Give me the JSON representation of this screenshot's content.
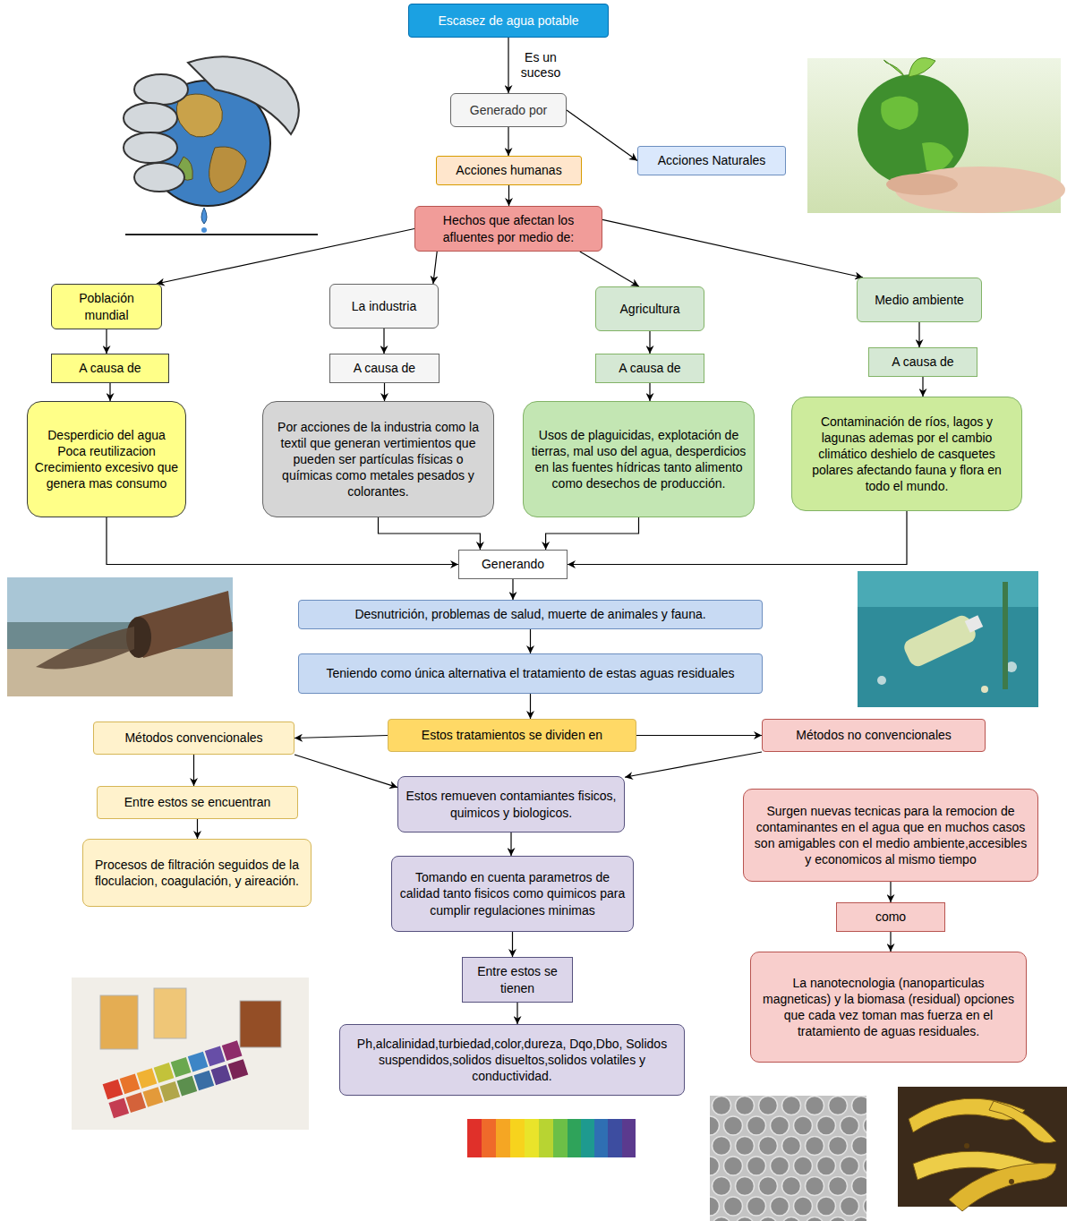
{
  "diagram": {
    "nodes": [
      {
        "text": [
          "Escasez de agua potable"
        ]
      },
      {
        "text": [
          "Generado por"
        ]
      },
      {
        "text": [
          "Acciones humanas"
        ]
      },
      {
        "text": [
          "Acciones Naturales"
        ]
      },
      {
        "text": [
          "Hechos que afectan los afluentes por medio de:"
        ]
      },
      {
        "text": [
          "Población mundial"
        ]
      },
      {
        "text": [
          "La industria"
        ]
      },
      {
        "text": [
          "Agricultura"
        ]
      },
      {
        "text": [
          "Medio ambiente"
        ]
      },
      {
        "text": [
          "A causa de"
        ]
      },
      {
        "text": [
          "A causa de"
        ]
      },
      {
        "text": [
          "A causa de"
        ]
      },
      {
        "text": [
          "A causa de"
        ]
      },
      {
        "text": [
          "Desperdicio del agua Poca reutilizacion Crecimiento excesivo que genera mas consumo"
        ]
      },
      {
        "text": [
          "Por acciones de la industria como la textil que generan vertimientos que pueden ser partículas físicas o químicas como metales pesados y colorantes."
        ]
      },
      {
        "text": [
          "Usos de plaguicidas, explotación de tierras, mal uso del agua, desperdicios en las fuentes hídricas tanto alimento como desechos de producción."
        ]
      },
      {
        "text": [
          "Contaminación de ríos, lagos y lagunas ademas por el cambio climático deshielo de casquetes polares afectando fauna y flora en todo el mundo."
        ]
      },
      {
        "text": [
          "Generando"
        ]
      },
      {
        "text": [
          "Desnutrición, problemas de salud, muerte de animales y fauna."
        ]
      },
      {
        "text": [
          "Teniendo como única alternativa el tratamiento de estas aguas residuales"
        ]
      },
      {
        "text": [
          "Estos tratamientos se dividen en"
        ]
      },
      {
        "text": [
          "Métodos convencionales"
        ]
      },
      {
        "text": [
          "Métodos no convencionales"
        ]
      },
      {
        "text": [
          "Entre estos se encuentran"
        ]
      },
      {
        "text": [
          "Procesos de filtración seguidos de la floculacion, coagulación, y aireación."
        ]
      },
      {
        "text": [
          "Estos remueven contamiantes fisicos, quimicos y biologicos."
        ]
      },
      {
        "text": [
          "Tomando en cuenta parametros de calidad tanto fisicos como quimicos para cumplir regulaciones minimas"
        ]
      },
      {
        "text": [
          "Entre estos se tienen"
        ]
      },
      {
        "text": [
          "Ph,alcalinidad,turbiedad,color,dureza, Dqo,Dbo, Solidos suspendidos,solidos disueltos,solidos volatiles y conductividad."
        ]
      },
      {
        "text": [
          "Surgen nuevas tecnicas para la remocion de contaminantes en el agua que en muchos casos son amigables con el medio ambiente,accesibles y economicos al mismo tiempo"
        ]
      },
      {
        "text": [
          "como"
        ]
      },
      {
        "text": [
          "La nanotecnologia (nanoparticulas magneticas) y la biomasa (residual) opciones que cada vez toman mas fuerza en el tratamiento de aguas residuales."
        ]
      }
    ],
    "edges": [
      {
        "from": 0,
        "to": 1,
        "label": "Es un suceso",
        "arrow": "to"
      },
      {
        "from": 1,
        "to": 2,
        "arrow": "to"
      },
      {
        "from": 1,
        "to": 3,
        "arrow": "to"
      },
      {
        "from": 2,
        "to": 4,
        "arrow": "to"
      },
      {
        "from": 4,
        "to": 5,
        "arrow": "to"
      },
      {
        "from": 4,
        "to": 6,
        "arrow": "to"
      },
      {
        "from": 4,
        "to": 7,
        "arrow": "to"
      },
      {
        "from": 4,
        "to": 8,
        "arrow": "to"
      },
      {
        "from": 5,
        "to": 9,
        "arrow": "to"
      },
      {
        "from": 6,
        "to": 10,
        "arrow": "to"
      },
      {
        "from": 7,
        "to": 11,
        "arrow": "to"
      },
      {
        "from": 8,
        "to": 12,
        "arrow": "to"
      },
      {
        "from": 9,
        "to": 13,
        "arrow": "to"
      },
      {
        "from": 10,
        "to": 14,
        "arrow": "to"
      },
      {
        "from": 11,
        "to": 15,
        "arrow": "to"
      },
      {
        "from": 12,
        "to": 16,
        "arrow": "to"
      },
      {
        "from": 13,
        "to": 17,
        "arrow": "to"
      },
      {
        "from": 14,
        "to": 17,
        "arrow": "to"
      },
      {
        "from": 15,
        "to": 17,
        "arrow": "to"
      },
      {
        "from": 16,
        "to": 17,
        "arrow": "to"
      },
      {
        "from": 17,
        "to": 18,
        "arrow": "to"
      },
      {
        "from": 18,
        "to": 19,
        "arrow": "to"
      },
      {
        "from": 19,
        "to": 20,
        "arrow": "to"
      },
      {
        "from": 20,
        "to": 21,
        "arrow": "to"
      },
      {
        "from": 20,
        "to": 22,
        "arrow": "to"
      },
      {
        "from": 21,
        "to": 23,
        "arrow": "to"
      },
      {
        "from": 23,
        "to": 24,
        "arrow": "to"
      },
      {
        "from": 21,
        "to": 25,
        "arrow": "to"
      },
      {
        "from": 22,
        "to": 25,
        "arrow": "to"
      },
      {
        "from": 25,
        "to": 26,
        "arrow": "to"
      },
      {
        "from": 26,
        "to": 27,
        "arrow": "to"
      },
      {
        "from": 27,
        "to": 28,
        "arrow": "to"
      },
      {
        "from": 29,
        "to": 30,
        "arrow": "to"
      },
      {
        "from": 30,
        "to": 31,
        "arrow": "to"
      }
    ]
  }
}
